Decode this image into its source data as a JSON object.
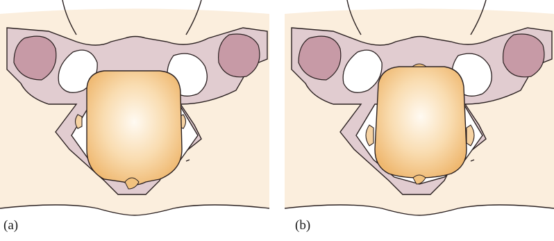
{
  "panels": [
    {
      "id": "a",
      "label": "(a)"
    },
    {
      "id": "b",
      "label": "(b)"
    }
  ],
  "colors": {
    "skin": "#fbeedd",
    "bone": "#e1ccd0",
    "muscle": "#c79aa6",
    "head_center": "#fffaf2",
    "head_edge": "#f2c27e",
    "outline": "#2a2020"
  }
}
